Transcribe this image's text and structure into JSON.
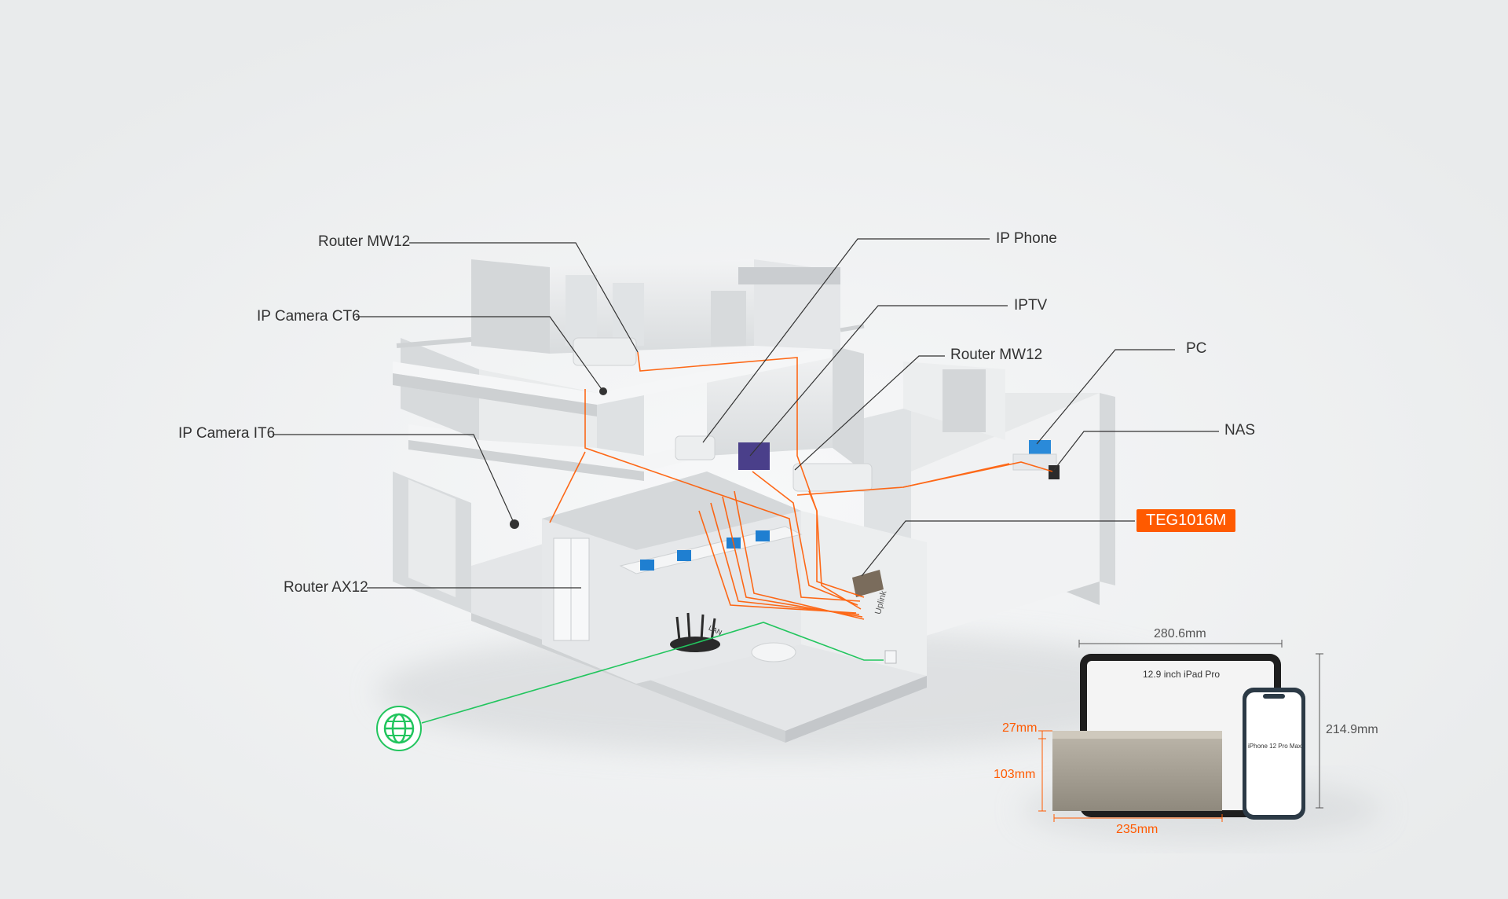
{
  "labels": {
    "router_mw12_top": "Router MW12",
    "ip_camera_ct6": "IP Camera CT6",
    "ip_camera_it6": "IP Camera IT6",
    "router_ax12": "Router AX12",
    "ip_phone": "IP Phone",
    "iptv": "IPTV",
    "router_mw12_mid": "Router MW12",
    "pc": "PC",
    "nas": "NAS",
    "teg1016m": "TEG1016M"
  },
  "device_text": {
    "uplink": "Uplink",
    "lan": "LAN"
  },
  "dimensions": {
    "ipad_width": "280.6mm",
    "ipad_height": "214.9mm",
    "device_depth": "27mm",
    "device_height": "103mm",
    "device_width": "235mm",
    "ipad_label": "12.9 inch iPad Pro",
    "iphone_label": "iPhone 12 Pro Max"
  },
  "colors": {
    "accent": "#ff5a00",
    "internet": "#22c55e",
    "callout_line": "#333333"
  },
  "icons": {
    "internet": "globe-icon"
  }
}
